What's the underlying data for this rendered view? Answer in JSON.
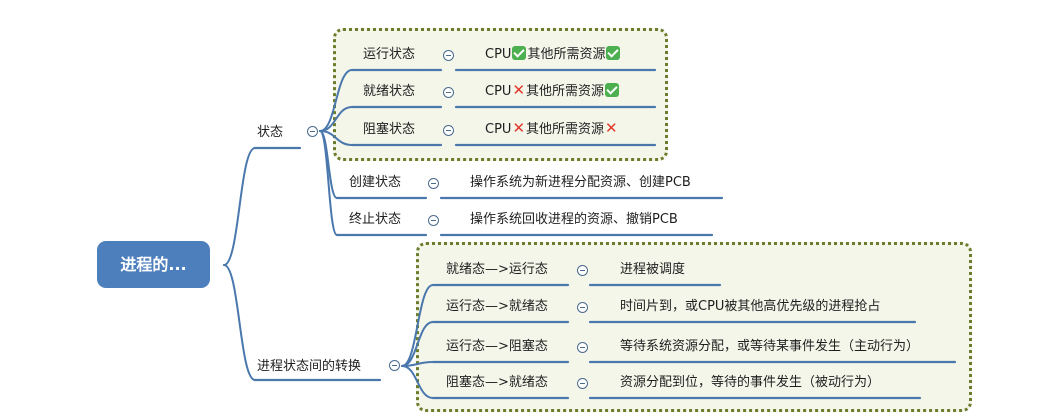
{
  "root": {
    "label": "进程的..."
  },
  "branches": {
    "state": {
      "label": "状态",
      "children": [
        {
          "name": "运行状态",
          "parts": [
            {
              "text": "CPU"
            },
            {
              "icon": "check"
            },
            {
              "text": "其他所需资源"
            },
            {
              "icon": "check"
            }
          ]
        },
        {
          "name": "就绪状态",
          "parts": [
            {
              "text": "CPU"
            },
            {
              "icon": "cross"
            },
            {
              "text": "其他所需资源"
            },
            {
              "icon": "check"
            }
          ]
        },
        {
          "name": "阻塞状态",
          "parts": [
            {
              "text": "CPU"
            },
            {
              "icon": "cross"
            },
            {
              "text": "其他所需资源"
            },
            {
              "icon": "cross"
            }
          ]
        },
        {
          "name": "创建状态",
          "parts": [
            {
              "text": "操作系统为新进程分配资源、创建PCB"
            }
          ]
        },
        {
          "name": "终止状态",
          "parts": [
            {
              "text": "操作系统回收进程的资源、撤销PCB"
            }
          ]
        }
      ]
    },
    "transition": {
      "label": "进程状态间的转换",
      "children": [
        {
          "name": "就绪态—>运行态",
          "parts": [
            {
              "text": "进程被调度"
            }
          ]
        },
        {
          "name": "运行态—>就绪态",
          "parts": [
            {
              "text": "时间片到，或CPU被其他高优先级的进程抢占"
            }
          ]
        },
        {
          "name": "运行态—>阻塞态",
          "parts": [
            {
              "text": "等待系统资源分配，或等待某事件发生（主动行为）"
            }
          ]
        },
        {
          "name": "阻塞态—>就绪态",
          "parts": [
            {
              "text": "资源分配到位，等待的事件发生（被动行为）"
            }
          ]
        }
      ]
    }
  },
  "colors": {
    "root_fill": "#4d7fbd",
    "line": "#4a78ad",
    "group_border": "#6b7d2c",
    "group_fill": "#f4f6ea",
    "check": "#4caf50",
    "cross": "#e0392b"
  },
  "icons": {
    "toggle": "collapse-minus-icon",
    "check": "check-mark-icon",
    "cross": "cross-mark-icon"
  }
}
